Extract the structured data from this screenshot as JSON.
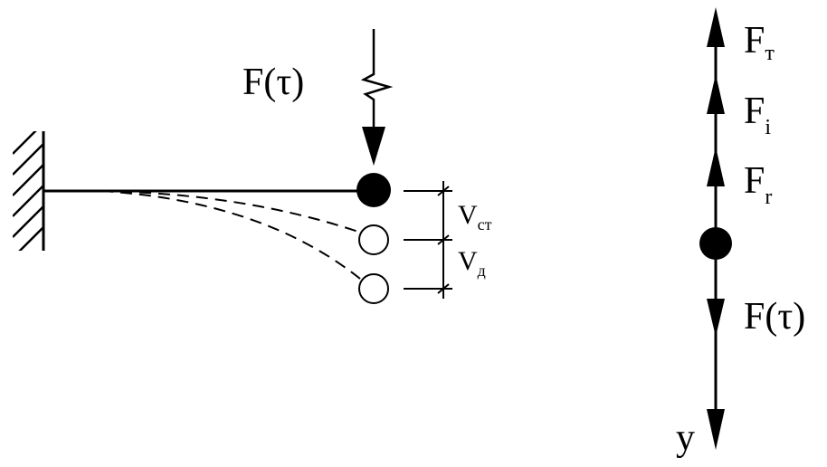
{
  "beam": {
    "load_label": "F(τ)",
    "deflection_labels": [
      {
        "main": "V",
        "sub": "ст"
      },
      {
        "main": "V",
        "sub": "д"
      }
    ]
  },
  "free_body": {
    "forces_up": [
      {
        "main": "F",
        "sub": "т"
      },
      {
        "main": "F",
        "sub": "i"
      },
      {
        "main": "F",
        "sub": "r"
      }
    ],
    "force_down": "F(τ)",
    "axis_label": "y"
  },
  "colors": {
    "ink": "#000000",
    "paper": "#ffffff"
  }
}
